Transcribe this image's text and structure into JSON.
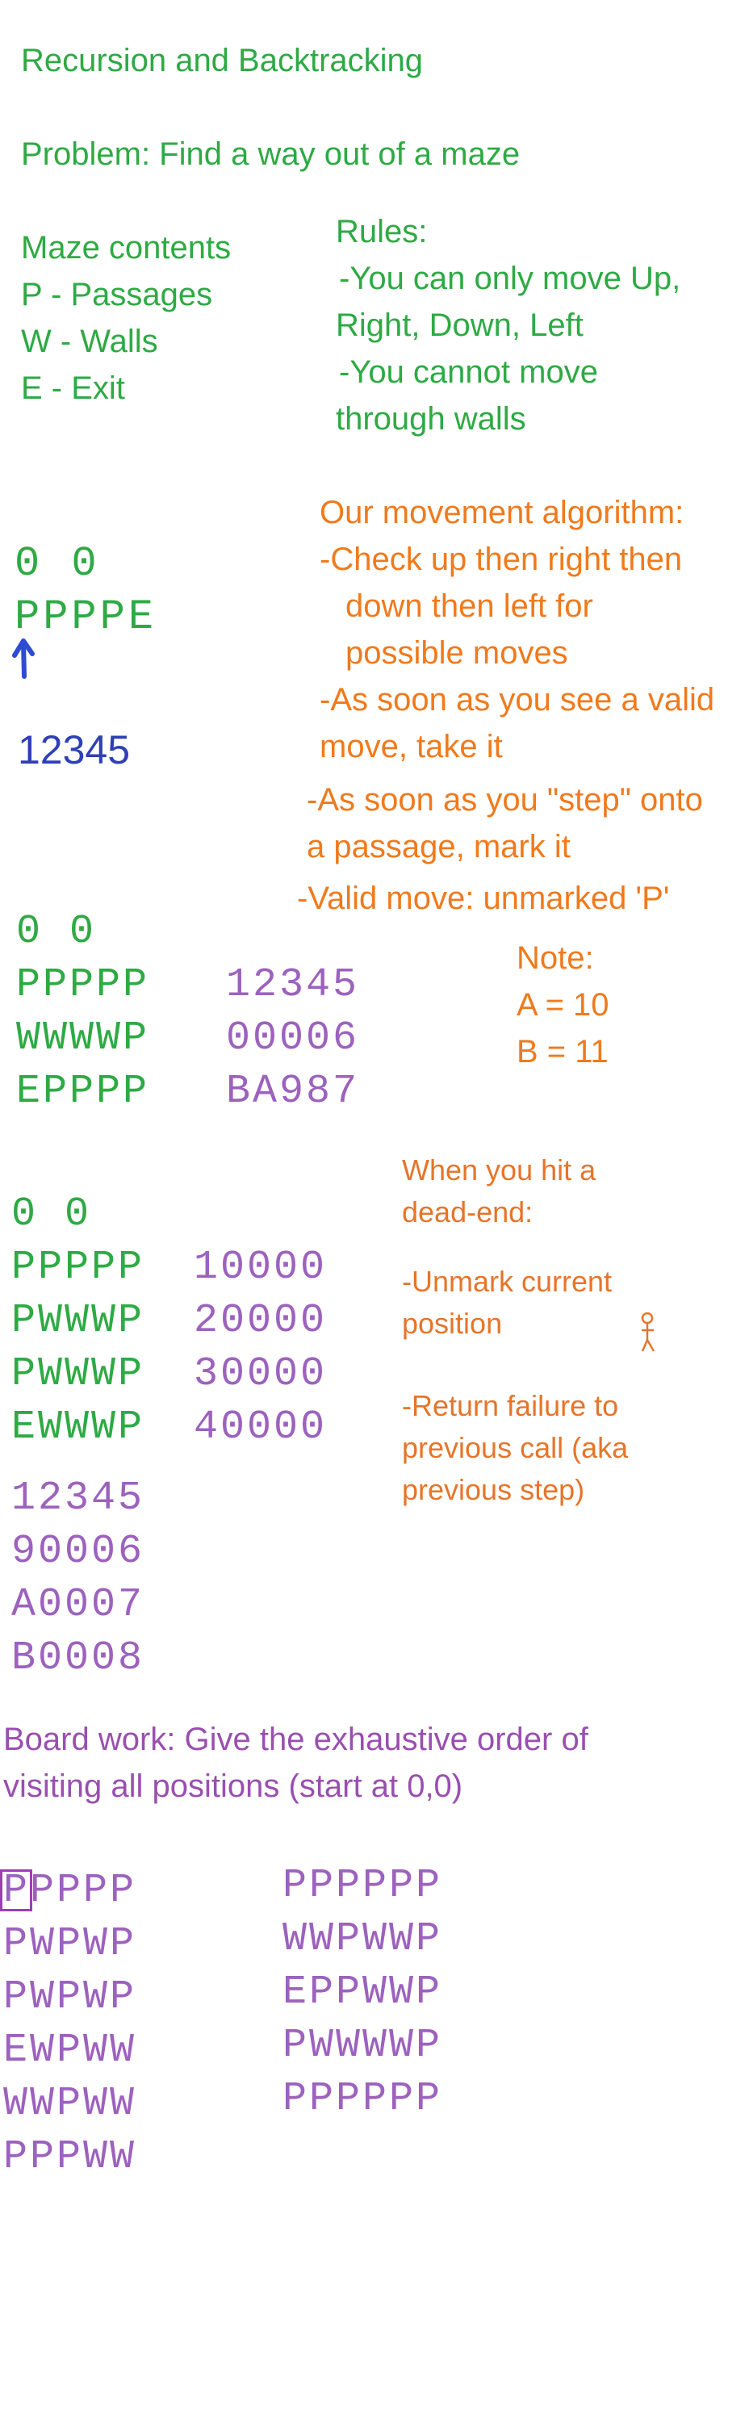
{
  "title": "Recursion and Backtracking",
  "problem": "Problem: Find a way out of a maze",
  "maze_contents": {
    "heading": "Maze contents",
    "items": [
      "P - Passages",
      "W - Walls",
      "E - Exit"
    ]
  },
  "rules": {
    "heading": "Rules:",
    "lines": [
      "-You can only move Up,",
      "Right, Down, Left",
      "-You cannot move",
      "through walls"
    ]
  },
  "algorithm": {
    "heading": "Our movement algorithm:",
    "lines": [
      "-Check up then right then",
      "down then left for",
      "possible moves",
      "-As soon as you see a valid",
      "move, take it",
      "-As soon as you \"step\" onto",
      "a passage, mark it",
      "-Valid move: unmarked 'P'"
    ]
  },
  "example1": {
    "start": "0  0",
    "row": "PPPPE",
    "steps": "12345"
  },
  "example2": {
    "start": "0  0",
    "maze": [
      "PPPPP",
      "WWWWP",
      "EPPPP"
    ],
    "marks": [
      "12345",
      "00006",
      "BA987"
    ]
  },
  "note": {
    "heading": "Note:",
    "lines": [
      "A = 10",
      "B = 11"
    ]
  },
  "example3": {
    "start": "0  0",
    "maze": [
      "PPPPP",
      "PWWWP",
      "PWWWP",
      "EWWWP"
    ],
    "marks_a": [
      "10000",
      "20000",
      "30000",
      "40000"
    ],
    "marks_b": [
      "12345",
      "90006",
      "A0007",
      "B0008"
    ]
  },
  "dead_end": {
    "lines_a": [
      "When you hit a",
      "dead-end:"
    ],
    "lines_b": [
      "-Unmark current",
      "position"
    ],
    "lines_c": [
      "-Return failure to",
      "previous call (aka",
      "previous step)"
    ]
  },
  "board_work": {
    "lines": [
      "Board work: Give the exhaustive order of",
      "visiting all positions (start at 0,0)"
    ]
  },
  "maze4": [
    "PPPPP",
    "PWPWP",
    "PWPWP",
    "EWPWW",
    "WWPWW",
    "PPPWW"
  ],
  "maze5": [
    "PPPPPP",
    "WWPWWP",
    "EPPWWP",
    "PWWWWP",
    "PPPPPP"
  ],
  "colors": {
    "green": "#2eaa44",
    "orange": "#f07a1c",
    "purple": "#9a4fb0",
    "blue": "#2f3fb5"
  },
  "icons": [
    "up-arrow-icon",
    "stick-figure-icon"
  ]
}
